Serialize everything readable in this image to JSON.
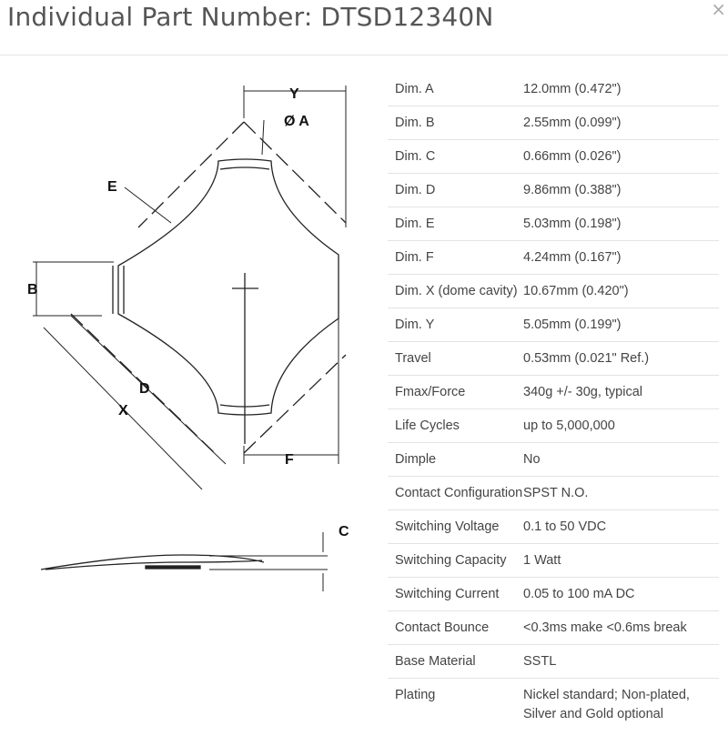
{
  "header": {
    "title": "Individual Part Number: DTSD12340N",
    "close_icon": "×"
  },
  "drawing": {
    "labels": {
      "y": "Y",
      "a": "Ø A",
      "e": "E",
      "b": "B",
      "d": "D",
      "x": "X",
      "f": "F",
      "c": "C"
    }
  },
  "specs": [
    {
      "label": "Dim. A",
      "value": "12.0mm (0.472\")"
    },
    {
      "label": "Dim. B",
      "value": "2.55mm (0.099\")"
    },
    {
      "label": "Dim. C",
      "value": "0.66mm (0.026\")"
    },
    {
      "label": "Dim. D",
      "value": "9.86mm (0.388\")"
    },
    {
      "label": "Dim. E",
      "value": "5.03mm (0.198\")"
    },
    {
      "label": "Dim. F",
      "value": "4.24mm (0.167\")"
    },
    {
      "label": "Dim. X (dome cavity)",
      "value": "10.67mm (0.420\")"
    },
    {
      "label": "Dim. Y",
      "value": "5.05mm (0.199\")"
    },
    {
      "label": "Travel",
      "value": "0.53mm (0.021\" Ref.)"
    },
    {
      "label": "Fmax/Force",
      "value": "340g +/- 30g, typical"
    },
    {
      "label": "Life Cycles",
      "value": "up to 5,000,000"
    },
    {
      "label": "Dimple",
      "value": "No"
    },
    {
      "label": "Contact Configuration",
      "value": "SPST N.O."
    },
    {
      "label": "Switching Voltage",
      "value": "0.1 to 50 VDC"
    },
    {
      "label": "Switching Capacity",
      "value": "1 Watt"
    },
    {
      "label": "Switching Current",
      "value": "0.05 to 100 mA DC"
    },
    {
      "label": "Contact Bounce",
      "value": "<0.3ms make <0.6ms break"
    },
    {
      "label": "Base Material",
      "value": "SSTL"
    },
    {
      "label": "Plating",
      "value": "Nickel standard; Non-plated, Silver and Gold optional"
    }
  ]
}
